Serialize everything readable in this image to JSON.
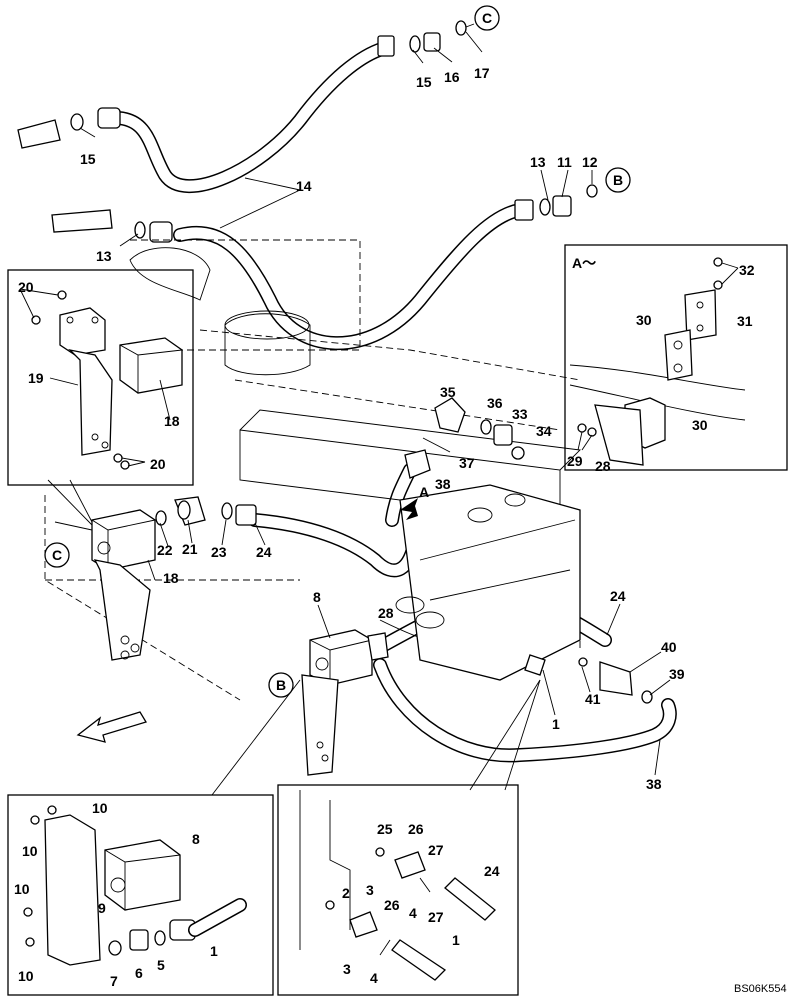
{
  "drawing_code": "BS06K554",
  "view_title": "A～",
  "callouts": [
    "A",
    "B",
    "C"
  ],
  "section_labels": [
    "A"
  ],
  "part_numbers": [
    "1",
    "2",
    "3",
    "4",
    "5",
    "6",
    "7",
    "8",
    "9",
    "10",
    "11",
    "12",
    "13",
    "14",
    "15",
    "16",
    "17",
    "18",
    "19",
    "20",
    "21",
    "22",
    "23",
    "24",
    "25",
    "26",
    "27",
    "28",
    "29",
    "30",
    "31",
    "32",
    "33",
    "34",
    "35",
    "36",
    "37",
    "38",
    "39",
    "40",
    "41"
  ],
  "labels": [
    {
      "text": "17"
    },
    {
      "text": "16"
    },
    {
      "text": "15"
    },
    {
      "text": "15"
    },
    {
      "text": "14"
    },
    {
      "text": "13"
    },
    {
      "text": "11"
    },
    {
      "text": "12"
    },
    {
      "text": "13"
    },
    {
      "text": "32"
    },
    {
      "text": "30"
    },
    {
      "text": "31"
    },
    {
      "text": "30"
    },
    {
      "text": "29"
    },
    {
      "text": "28"
    },
    {
      "text": "20"
    },
    {
      "text": "19"
    },
    {
      "text": "18"
    },
    {
      "text": "20"
    },
    {
      "text": "35"
    },
    {
      "text": "36"
    },
    {
      "text": "33"
    },
    {
      "text": "34"
    },
    {
      "text": "37"
    },
    {
      "text": "38"
    },
    {
      "text": "22"
    },
    {
      "text": "21"
    },
    {
      "text": "23"
    },
    {
      "text": "24"
    },
    {
      "text": "18"
    },
    {
      "text": "28"
    },
    {
      "text": "8"
    },
    {
      "text": "24"
    },
    {
      "text": "40"
    },
    {
      "text": "39"
    },
    {
      "text": "41"
    },
    {
      "text": "1"
    },
    {
      "text": "38"
    },
    {
      "text": "10"
    },
    {
      "text": "8"
    },
    {
      "text": "10"
    },
    {
      "text": "10"
    },
    {
      "text": "9"
    },
    {
      "text": "10"
    },
    {
      "text": "7"
    },
    {
      "text": "6"
    },
    {
      "text": "5"
    },
    {
      "text": "1"
    },
    {
      "text": "25"
    },
    {
      "text": "26"
    },
    {
      "text": "27"
    },
    {
      "text": "24"
    },
    {
      "text": "2"
    },
    {
      "text": "3"
    },
    {
      "text": "26"
    },
    {
      "text": "4"
    },
    {
      "text": "27"
    },
    {
      "text": "3"
    },
    {
      "text": "4"
    },
    {
      "text": "1"
    }
  ]
}
